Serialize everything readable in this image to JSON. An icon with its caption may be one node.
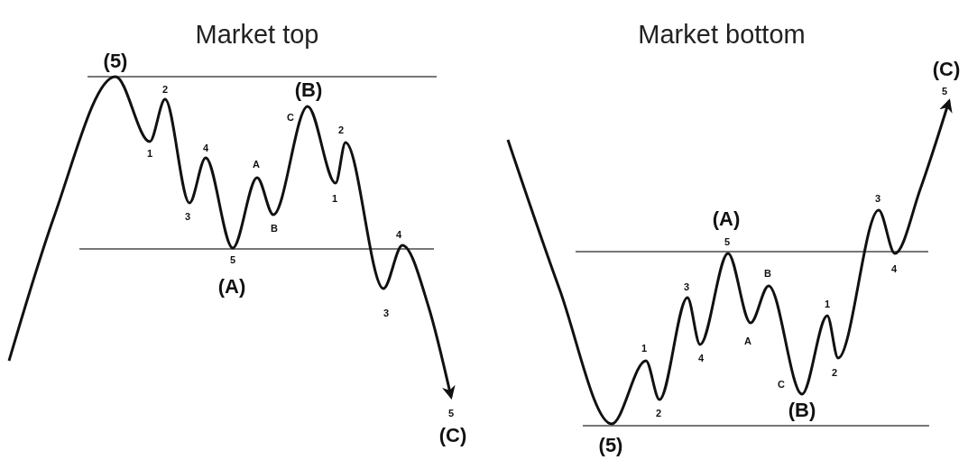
{
  "diagram": {
    "labels": [
      "Market top",
      "(5)",
      "1",
      "2",
      "3",
      "4",
      "5",
      "(A)",
      "A",
      "B",
      "C",
      "(B)",
      "1",
      "2",
      "3",
      "4",
      "5",
      "(C)",
      "Market bottom",
      "(5)",
      "1",
      "2",
      "3",
      "4",
      "5",
      "(A)",
      "A",
      "B",
      "C",
      "(B)",
      "1",
      "2",
      "3",
      "4",
      "5",
      "(C)"
    ]
  }
}
